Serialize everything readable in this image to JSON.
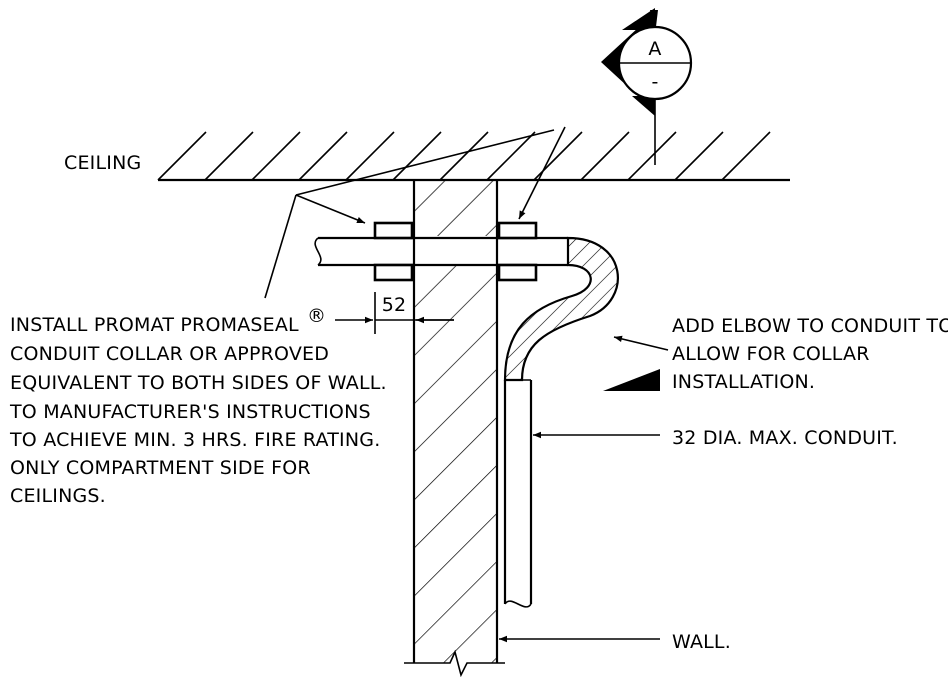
{
  "section_marker": {
    "letter": "A",
    "sheet": "-"
  },
  "labels": {
    "ceiling": "CEILING",
    "dimension": "52",
    "left_note": [
      "INSTALL PROMAT PROMASEAL",
      "CONDUIT COLLAR OR APPROVED",
      "EQUIVALENT TO BOTH SIDES OF WALL.",
      "TO MANUFACTURER'S INSTRUCTIONS",
      "TO ACHIEVE MIN. 3 HRS. FIRE RATING.",
      "ONLY COMPARTMENT SIDE FOR",
      "CEILINGS."
    ],
    "registered_mark": "®",
    "right_note": [
      "ADD ELBOW TO CONDUIT TO",
      "ALLOW FOR COLLAR",
      "INSTALLATION."
    ],
    "conduit_note": "32 DIA. MAX. CONDUIT.",
    "wall_note": "WALL."
  }
}
